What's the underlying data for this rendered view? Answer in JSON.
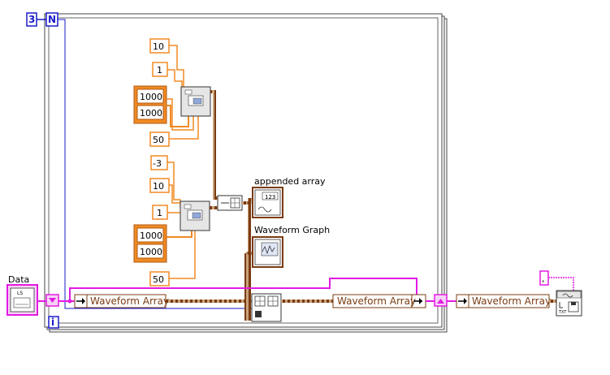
{
  "loop": {
    "count": "3",
    "count_terminal": "N",
    "iteration_terminal": "i"
  },
  "labels": {
    "data_control": "Data",
    "appended_array": "appended array",
    "waveform_graph": "Waveform Graph"
  },
  "constants": {
    "gen1": [
      "10",
      "1",
      "1000",
      "1000",
      "50"
    ],
    "gen2": [
      "-3",
      "10",
      "1",
      "1000",
      "1000",
      "50"
    ],
    "delimiter": ","
  },
  "nodes": {
    "waveform_array_1": "Waveform Array",
    "waveform_array_2": "Waveform Array",
    "waveform_array_3": "Waveform Array",
    "data_terminal_text": "LS",
    "indicator_text": "123"
  },
  "colors": {
    "orange": "#f08a24",
    "wire_brown": "#7a3b12",
    "wire_pink": "#e31ae3",
    "blue": "#1a1acc"
  }
}
